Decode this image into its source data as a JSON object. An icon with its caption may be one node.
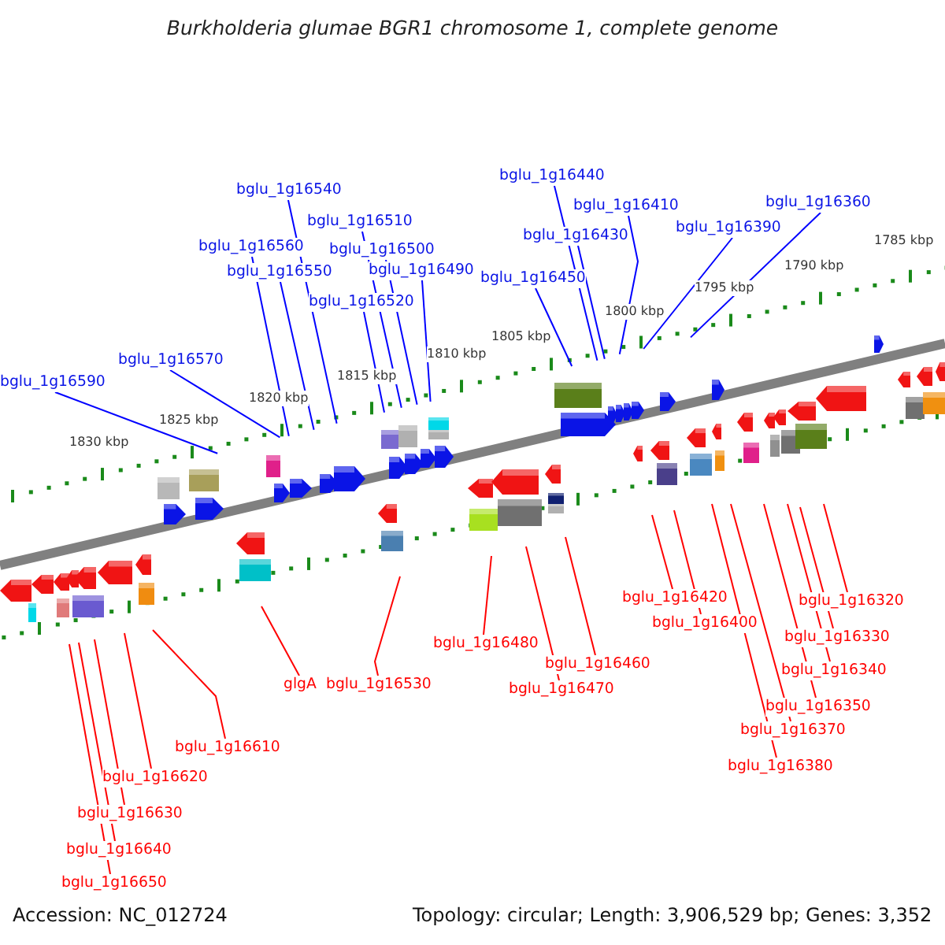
{
  "diagram": {
    "title": "Burkholderia glumae BGR1 chromosome 1, complete genome",
    "nodes": [
      {
        "text": [
          "bglu_1g16540"
        ]
      },
      {
        "text": [
          "bglu_1g16510"
        ]
      },
      {
        "text": [
          "bglu_1g16560"
        ]
      },
      {
        "text": [
          "bglu_1g16500"
        ]
      },
      {
        "text": [
          "bglu_1g16550"
        ]
      },
      {
        "text": [
          "bglu_1g16490"
        ]
      },
      {
        "text": [
          "bglu_1g16520"
        ]
      },
      {
        "text": [
          "bglu_1g16570"
        ]
      },
      {
        "text": [
          "bglu_1g16590"
        ]
      },
      {
        "text": [
          "bglu_1g16440"
        ]
      },
      {
        "text": [
          "bglu_1g16410"
        ]
      },
      {
        "text": [
          "bglu_1g16360"
        ]
      },
      {
        "text": [
          "bglu_1g16430"
        ]
      },
      {
        "text": [
          "bglu_1g16390"
        ]
      },
      {
        "text": [
          "bglu_1g16450"
        ]
      },
      {
        "text": [
          "bglu_1g16320"
        ]
      },
      {
        "text": [
          "bglu_1g16420"
        ]
      },
      {
        "text": [
          "bglu_1g16400"
        ]
      },
      {
        "text": [
          "bglu_1g16330"
        ]
      },
      {
        "text": [
          "bglu_1g16340"
        ]
      },
      {
        "text": [
          "bglu_1g16480"
        ]
      },
      {
        "text": [
          "bglu_1g16460"
        ]
      },
      {
        "text": [
          "bglu_1g16350"
        ]
      },
      {
        "text": [
          "bglu_1g16470"
        ]
      },
      {
        "text": [
          "bglu_1g16370"
        ]
      },
      {
        "text": [
          "bglu_1g16380"
        ]
      },
      {
        "text": [
          "glgA"
        ]
      },
      {
        "text": [
          "bglu_1g16530"
        ]
      },
      {
        "text": [
          "bglu_1g16610"
        ]
      },
      {
        "text": [
          "bglu_1g16620"
        ]
      },
      {
        "text": [
          "bglu_1g16630"
        ]
      },
      {
        "text": [
          "bglu_1g16640"
        ]
      },
      {
        "text": [
          "bglu_1g16650"
        ]
      }
    ],
    "edges": [
      {
        "from": 0,
        "to": null,
        "arrow": "none",
        "color": "#0000ff"
      },
      {
        "from": 1,
        "to": null,
        "arrow": "none",
        "color": "#0000ff"
      },
      {
        "from": 2,
        "to": null,
        "arrow": "none",
        "color": "#0000ff"
      },
      {
        "from": 3,
        "to": null,
        "arrow": "none",
        "color": "#0000ff"
      },
      {
        "from": 4,
        "to": null,
        "arrow": "none",
        "color": "#0000ff"
      },
      {
        "from": 5,
        "to": null,
        "arrow": "none",
        "color": "#0000ff"
      },
      {
        "from": 6,
        "to": null,
        "arrow": "none",
        "color": "#0000ff"
      },
      {
        "from": 7,
        "to": null,
        "arrow": "none",
        "color": "#0000ff"
      },
      {
        "from": 8,
        "to": null,
        "arrow": "none",
        "color": "#0000ff"
      },
      {
        "from": 9,
        "to": null,
        "arrow": "none",
        "color": "#0000ff"
      },
      {
        "from": 10,
        "to": null,
        "arrow": "none",
        "color": "#0000ff"
      },
      {
        "from": 11,
        "to": null,
        "arrow": "none",
        "color": "#0000ff"
      },
      {
        "from": 12,
        "to": null,
        "arrow": "none",
        "color": "#0000ff"
      },
      {
        "from": 13,
        "to": null,
        "arrow": "none",
        "color": "#0000ff"
      },
      {
        "from": 14,
        "to": null,
        "arrow": "none",
        "color": "#0000ff"
      },
      {
        "from": 15,
        "to": null,
        "arrow": "none"
      },
      {
        "from": 16,
        "to": null,
        "arrow": "none"
      },
      {
        "from": 17,
        "to": null,
        "arrow": "none"
      },
      {
        "from": 18,
        "to": null,
        "arrow": "none"
      },
      {
        "from": 19,
        "to": null,
        "arrow": "none"
      },
      {
        "from": 20,
        "to": null,
        "arrow": "none"
      },
      {
        "from": 21,
        "to": null,
        "arrow": "none"
      },
      {
        "from": 22,
        "to": null,
        "arrow": "none"
      },
      {
        "from": 23,
        "to": null,
        "arrow": "none"
      },
      {
        "from": 24,
        "to": null,
        "arrow": "none"
      },
      {
        "from": 25,
        "to": null,
        "arrow": "none"
      },
      {
        "from": 26,
        "to": null,
        "arrow": "none"
      },
      {
        "from": 27,
        "to": null,
        "arrow": "none"
      },
      {
        "from": 28,
        "to": null,
        "arrow": "none"
      },
      {
        "from": 29,
        "to": null,
        "arrow": "none"
      },
      {
        "from": 30,
        "to": null,
        "arrow": "none"
      },
      {
        "from": 31,
        "to": null,
        "arrow": "none"
      },
      {
        "from": 32,
        "to": null,
        "arrow": "none"
      }
    ],
    "labels": [
      "1785 kbp",
      "1790 kbp",
      "1795 kbp",
      "1800 kbp",
      "1805 kbp",
      "1810 kbp",
      "1815 kbp",
      "1820 kbp",
      "1825 kbp",
      "1830 kbp",
      "Accession: NC_012724",
      "Topology: circular; Length: 3,906,529 bp; Genes: 3,352"
    ]
  }
}
